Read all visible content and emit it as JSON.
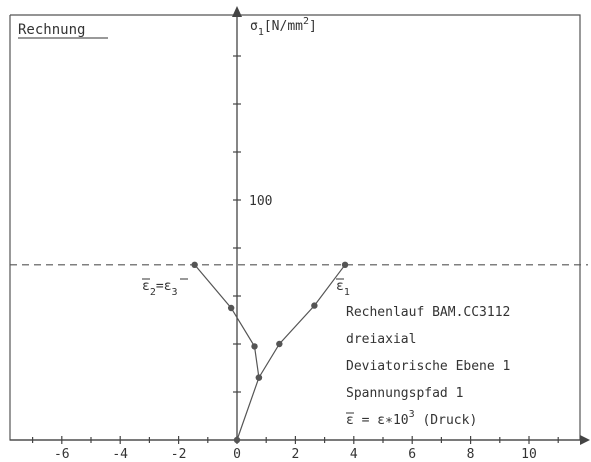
{
  "chart_data": {
    "type": "line",
    "title": "Rechnung",
    "ylabel_text": "σ",
    "ylabel_sub": "1",
    "ylabel_unit": "[N/mm",
    "ylabel_sup": "2",
    "ylabel_close": "]",
    "xlim": [
      -7.5,
      11.8
    ],
    "ylim": [
      0,
      170
    ],
    "x_ticks": [
      -6,
      -4,
      -2,
      0,
      2,
      4,
      6,
      8,
      10
    ],
    "x_tick_labels": [
      "-6",
      "-4",
      "-2",
      "0",
      "2",
      "4",
      "6",
      "8",
      "10"
    ],
    "y_minor_ticks": [
      20,
      40,
      60,
      80,
      100,
      120,
      140,
      160
    ],
    "y_tick_labels": [
      {
        "value": 100,
        "label": "100"
      }
    ],
    "reference_line": {
      "y": 73,
      "style": "dashed"
    },
    "series": [
      {
        "name": "ε̄2=ε̄3",
        "label_parts": {
          "e1": "ε",
          "s1": "2",
          "eq": "=",
          "e2": "ε",
          "s2": "3"
        },
        "x": [
          -1.45,
          -0.2,
          0.6,
          0.75
        ],
        "y": [
          73,
          55,
          39,
          26
        ]
      },
      {
        "name": "ε̄1",
        "label_parts": {
          "e1": "ε",
          "s1": "1"
        },
        "x": [
          0,
          0.75,
          1.45,
          2.65,
          3.7
        ],
        "y": [
          0,
          26,
          40,
          56,
          73
        ]
      }
    ],
    "annotations": [
      "Rechenlauf BAM.CC3112",
      "dreiaxial",
      "Deviatorische Ebene 1",
      "Spannungspfad 1"
    ],
    "formula": {
      "eps_bar": "ε",
      "eq": " = ε∗10",
      "sup": "3",
      "rest": " (Druck)"
    },
    "grid": false
  }
}
